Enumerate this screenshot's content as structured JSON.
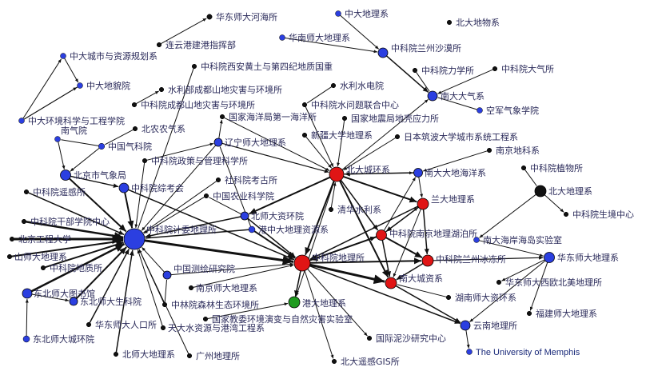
{
  "diagram": {
    "type": "network-graph",
    "colors": {
      "blue": "#2b3fe0",
      "red": "#e01515",
      "green": "#1f9b1f",
      "black": "#111111",
      "edge": "#111111",
      "label": "#2a2a5a"
    },
    "nodes": [
      {
        "id": "hdhh",
        "label": "华东师大河海所",
        "color": "black",
        "r": 3.2
      },
      {
        "id": "lyg",
        "label": "连云港建港指挥部",
        "color": "black",
        "r": 2.8
      },
      {
        "id": "zdcs",
        "label": "中大城市与资源规划系",
        "color": "blue",
        "r": 3.5
      },
      {
        "id": "zddy",
        "label": "中大地貌院",
        "color": "blue",
        "r": 3.5
      },
      {
        "id": "zdhj",
        "label": "中大环境科学与工程学院",
        "color": "blue",
        "r": 3.5
      },
      {
        "id": "zkxa",
        "label": "中科院西安黄土与第四纪地质国重",
        "color": "black",
        "r": 2.8
      },
      {
        "id": "slcd",
        "label": "水利部成都山地灾害与环境所",
        "color": "black",
        "r": 2.8
      },
      {
        "id": "zkcd",
        "label": "中科院成都山地灾害与环境所",
        "color": "black",
        "r": 2.8
      },
      {
        "id": "bnnq",
        "label": "北农农气系",
        "color": "black",
        "r": 2.8
      },
      {
        "id": "nq",
        "label": "南气院",
        "color": "blue",
        "r": 3.5
      },
      {
        "id": "zgqx",
        "label": "中国气科院",
        "color": "blue",
        "r": 3.8
      },
      {
        "id": "bjqx",
        "label": "北京市气象局",
        "color": "blue",
        "r": 6.5
      },
      {
        "id": "zkyg",
        "label": "中科院遥感所",
        "color": "black",
        "r": 2.8
      },
      {
        "id": "zkzh",
        "label": "中科院综考会",
        "color": "blue",
        "r": 6.0
      },
      {
        "id": "zkzc",
        "label": "中科院政策与管理科学所",
        "color": "black",
        "r": 2.8
      },
      {
        "id": "zkgb",
        "label": "中科院干部学院中心",
        "color": "black",
        "r": 2.8
      },
      {
        "id": "bjgy",
        "label": "北京工程大学",
        "color": "black",
        "r": 2.8
      },
      {
        "id": "sx",
        "label": "山师大地理系",
        "color": "black",
        "r": 2.8
      },
      {
        "id": "zkdz",
        "label": "中科院地质所",
        "color": "black",
        "r": 2.8
      },
      {
        "id": "jwdl",
        "label": "中科院计委地理所",
        "color": "blue",
        "r": 13.0
      },
      {
        "id": "dbts",
        "label": "东北师大图书馆",
        "color": "blue",
        "r": 6.0
      },
      {
        "id": "dbsk",
        "label": "东北师大生科院",
        "color": "blue",
        "r": 5.0
      },
      {
        "id": "hsrk",
        "label": "华东师大人口所",
        "color": "black",
        "r": 2.8
      },
      {
        "id": "dbcs",
        "label": "东北师大城环院",
        "color": "blue",
        "r": 4.0
      },
      {
        "id": "bsdl",
        "label": "北师大地理系",
        "color": "black",
        "r": 2.8
      },
      {
        "id": "tdsz",
        "label": "天大水资源与港湾工程系",
        "color": "black",
        "r": 2.8
      },
      {
        "id": "gzdl",
        "label": "广州地理所",
        "color": "black",
        "r": 2.8
      },
      {
        "id": "zgch",
        "label": "中国测绘研究院",
        "color": "blue",
        "r": 5.0
      },
      {
        "id": "zlsl",
        "label": "中林院森林生态环境所",
        "color": "black",
        "r": 2.8
      },
      {
        "id": "nsdl",
        "label": "南京师大地理系",
        "color": "black",
        "r": 2.8
      },
      {
        "id": "gjhy",
        "label": "国家海洋局第一海洋所",
        "color": "black",
        "r": 2.8
      },
      {
        "id": "lnsd",
        "label": "辽宁师大地理系",
        "color": "blue",
        "r": 5.0
      },
      {
        "id": "sky",
        "label": "社科院考古所",
        "color": "black",
        "r": 2.8
      },
      {
        "id": "znky",
        "label": "中国农业科学院",
        "color": "black",
        "r": 2.8
      },
      {
        "id": "bszh",
        "label": "北师大资环院",
        "color": "blue",
        "r": 5.0
      },
      {
        "id": "gzdz",
        "label": "港中大地理资源系",
        "color": "blue",
        "r": 4.0
      },
      {
        "id": "xjdx",
        "label": "新疆大学地理系",
        "color": "black",
        "r": 2.8
      },
      {
        "id": "gjdz",
        "label": "国家地震局地壳应力所",
        "color": "black",
        "r": 2.8
      },
      {
        "id": "slsd",
        "label": "水利水电院",
        "color": "black",
        "r": 2.8
      },
      {
        "id": "zkswt",
        "label": "中科院水问题联合中心",
        "color": "black",
        "r": 2.8
      },
      {
        "id": "zddl",
        "label": "中大地理系",
        "color": "blue",
        "r": 3.5
      },
      {
        "id": "bdws",
        "label": "北大地物系",
        "color": "black",
        "r": 2.8
      },
      {
        "id": "hsdl",
        "label": "华南师大地理系",
        "color": "blue",
        "r": 3.5
      },
      {
        "id": "zkls",
        "label": "中科院兰州沙漠所",
        "color": "blue",
        "r": 6.0
      },
      {
        "id": "zkll",
        "label": "中科院力学所",
        "color": "black",
        "r": 2.8
      },
      {
        "id": "zkdq",
        "label": "中科院大气所",
        "color": "black",
        "r": 2.8
      },
      {
        "id": "nddq",
        "label": "南大大气系",
        "color": "blue",
        "r": 6.0
      },
      {
        "id": "kjqx",
        "label": "空军气象学院",
        "color": "blue",
        "r": 3.5
      },
      {
        "id": "rbzb",
        "label": "日本筑波大学城市系统工程系",
        "color": "black",
        "r": 2.8
      },
      {
        "id": "bdch",
        "label": "北大城环系",
        "color": "red",
        "r": 9.0
      },
      {
        "id": "qhsl",
        "label": "清华水利系",
        "color": "black",
        "r": 2.8
      },
      {
        "id": "nddh",
        "label": "南大大地海洋系",
        "color": "blue",
        "r": 5.5
      },
      {
        "id": "ndnk",
        "label": "南京地科系",
        "color": "black",
        "r": 2.8
      },
      {
        "id": "zkzw",
        "label": "中科院植物所",
        "color": "black",
        "r": 2.8
      },
      {
        "id": "lzdl",
        "label": "兰大地理系",
        "color": "red",
        "r": 7.0
      },
      {
        "id": "bddl",
        "label": "北大地理系",
        "color": "black",
        "r": 7.0
      },
      {
        "id": "zkst",
        "label": "中科院生境中心",
        "color": "black",
        "r": 2.8
      },
      {
        "id": "zknj",
        "label": "中科院南京地理湖泊所",
        "color": "red",
        "r": 6.5
      },
      {
        "id": "hhhy",
        "label": "南大海岸海岛实验室",
        "color": "blue",
        "r": 3.5
      },
      {
        "id": "zkdl",
        "label": "中科院地理所",
        "color": "red",
        "r": 10.0
      },
      {
        "id": "zklb",
        "label": "中科院兰州冰冻所",
        "color": "red",
        "r": 7.0
      },
      {
        "id": "hsdl2",
        "label": "华东师大地理系",
        "color": "blue",
        "r": 6.5
      },
      {
        "id": "ndcz",
        "label": "南大城资系",
        "color": "red",
        "r": 7.0
      },
      {
        "id": "hsxo",
        "label": "华东师大西欧北美地理所",
        "color": "black",
        "r": 2.8
      },
      {
        "id": "hnsz",
        "label": "湖南师大资环系",
        "color": "black",
        "r": 2.8
      },
      {
        "id": "fjsd",
        "label": "福建师大地理系",
        "color": "black",
        "r": 2.8
      },
      {
        "id": "gzdlx",
        "label": "港大地理系",
        "color": "green",
        "r": 7.0
      },
      {
        "id": "gjhj",
        "label": "国家教委环境演变与自然灾害实验室",
        "color": "black",
        "r": 2.8
      },
      {
        "id": "gjns",
        "label": "国际泥沙研究中心",
        "color": "black",
        "r": 2.8
      },
      {
        "id": "ynd",
        "label": "云南地理所",
        "color": "blue",
        "r": 6.0
      },
      {
        "id": "mem",
        "label": "The University of Memphis",
        "color": "blue",
        "r": 3.5
      },
      {
        "id": "bdyg",
        "label": "北大遥感GIS所",
        "color": "black",
        "r": 2.8
      }
    ]
  }
}
